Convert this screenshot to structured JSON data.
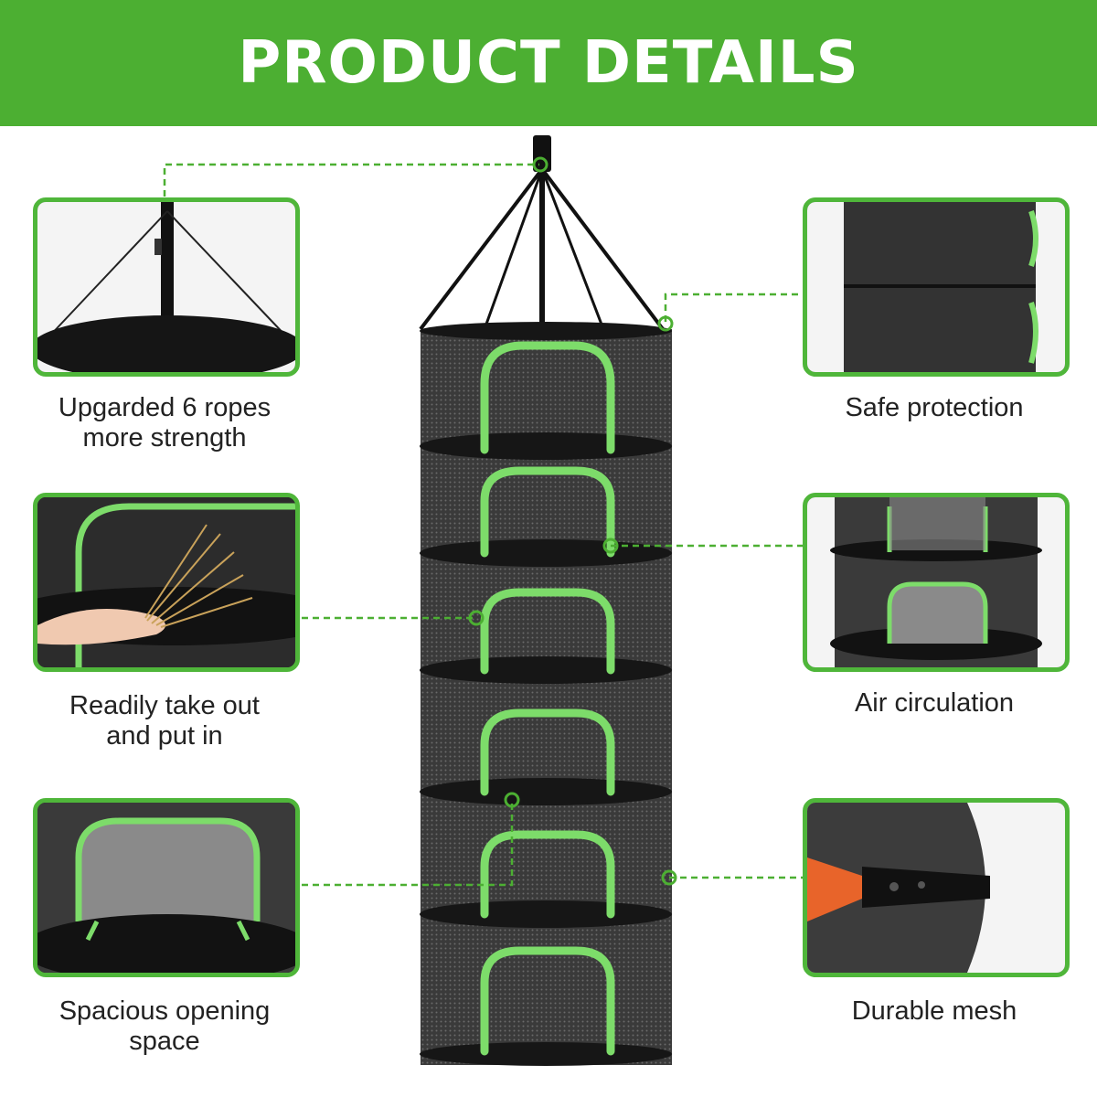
{
  "header": {
    "title": "PRODUCT DETAILS"
  },
  "colors": {
    "accent": "#4caf32",
    "panel_border": "#4fb63a",
    "mesh": "#2b2b2b",
    "zipper": "#7ddc6a",
    "text": "#222222"
  },
  "features": {
    "ropes": {
      "line1": "Upgarded 6 ropes",
      "line2": "more strength"
    },
    "protection": {
      "line1": "Safe protection",
      "line2": ""
    },
    "access": {
      "line1": "Readily take out",
      "line2": "and put in"
    },
    "air": {
      "line1": "Air circulation",
      "line2": ""
    },
    "opening": {
      "line1": "Spacious opening",
      "line2": "space"
    },
    "mesh": {
      "line1": "Durable mesh",
      "line2": ""
    }
  }
}
